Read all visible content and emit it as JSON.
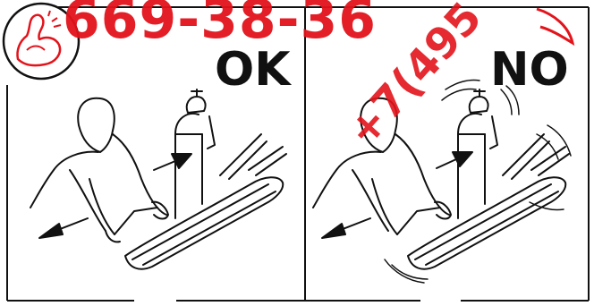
{
  "panels": [
    {
      "label": "OK"
    },
    {
      "label": "NO"
    }
  ],
  "watermark": {
    "phone_fragment": "669-38-36",
    "diagonal_fragment": "+7(495"
  },
  "colors": {
    "line": "#111111",
    "watermark": "#e3131b",
    "background": "#ffffff"
  }
}
